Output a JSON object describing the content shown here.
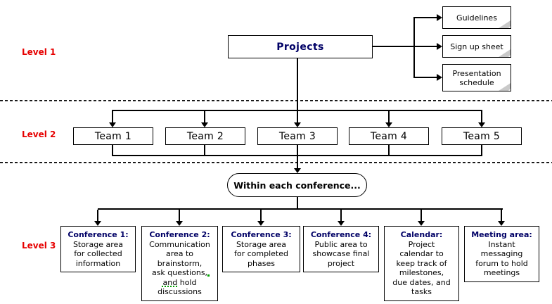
{
  "colors": {
    "heading_navy": "#000066",
    "level_label_red": "#E60000",
    "line_black": "#000000",
    "fold_gray": "#C9C9C9",
    "spellcheck_green": "#00A000",
    "background": "#FFFFFF"
  },
  "levels": [
    {
      "label": "Level 1"
    },
    {
      "label": "Level 2"
    },
    {
      "label": "Level 3"
    }
  ],
  "root": {
    "label": "Projects"
  },
  "notes": [
    {
      "label": "Guidelines"
    },
    {
      "label": "Sign up sheet"
    },
    {
      "label": "Presentation\nschedule"
    }
  ],
  "teams": [
    {
      "label": "Team 1"
    },
    {
      "label": "Team 2"
    },
    {
      "label": "Team 3"
    },
    {
      "label": "Team 4"
    },
    {
      "label": "Team 5"
    }
  ],
  "conference_intro": {
    "label": "Within each conference..."
  },
  "areas": [
    {
      "title": "Conference 1:",
      "body": "Storage area\nfor collected\ninformation"
    },
    {
      "title": "Conference 2:",
      "body": "Communication\narea to\nbrainstorm,\nask questions,\nand hold\ndiscussions"
    },
    {
      "title": "Conference 3:",
      "body": "Storage area\nfor completed\nphases"
    },
    {
      "title": "Conference 4:",
      "body": "Public area to\nshowcase final\nproject"
    },
    {
      "title": "Calendar:",
      "body": "Project\ncalendar to\nkeep track of\nmilestones,\ndue dates, and\ntasks"
    },
    {
      "title": "Meeting area:",
      "body": "Instant\nmessaging\nforum to hold\nmeetings"
    }
  ]
}
